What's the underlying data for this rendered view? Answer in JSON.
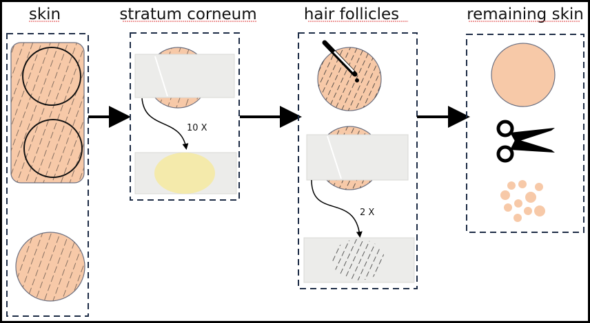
{
  "titles": {
    "skin": "skin",
    "stratum_corneum": "stratum corneum",
    "hair_follicles": "hair follicles",
    "remaining_skin": "remaining skin"
  },
  "labels": {
    "repeat_stratum": "10 X",
    "repeat_follicles": "2 X"
  },
  "colors": {
    "skin": "#f7c9a8",
    "box_border": "#1b2a44",
    "tape": "#ececea",
    "stripped_layer": "#f6eaa0"
  }
}
